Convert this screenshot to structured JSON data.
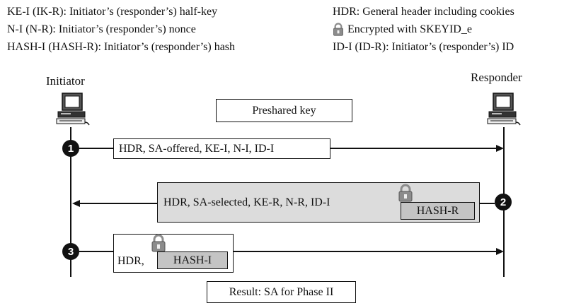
{
  "legend": {
    "left": [
      "KE-I (IK-R): Initiator’s (responder’s) half-key",
      "N-I (N-R): Initiator’s (responder’s) nonce",
      "HASH-I (HASH-R): Initiator’s (responder’s) hash"
    ],
    "right": [
      "HDR: General header including cookies",
      "Encrypted with SKEYID_e",
      "ID-I (ID-R): Initiator’s (responder’s) ID"
    ]
  },
  "parties": {
    "initiator": "Initiator",
    "responder": "Responder"
  },
  "preshared_key": "Preshared key",
  "messages": [
    {
      "step": "1",
      "text": "HDR, SA-offered, KE-I, N-I, ID-I"
    },
    {
      "step": "2",
      "text": "HDR, SA-selected, KE-R, N-R, ID-I",
      "encrypted": "HASH-R"
    },
    {
      "step": "3",
      "text": "HDR,",
      "encrypted": "HASH-I"
    }
  ],
  "result": "Result: SA for Phase II",
  "icons": {
    "computer": "desktop-computer-icon",
    "lock": "padlock-icon"
  },
  "colors": {
    "shaded_box": "#dcdcdc",
    "encrypted_box": "#c4c4c4",
    "lock": "#8c8c8c"
  }
}
